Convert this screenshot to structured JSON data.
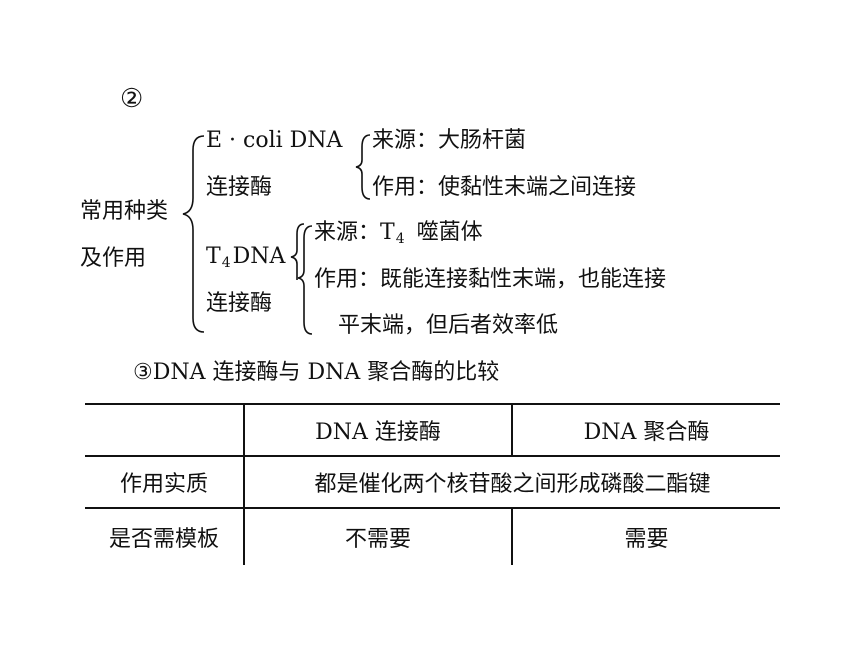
{
  "section2": {
    "marker": "②",
    "category_label_line1": "常用种类",
    "category_label_line2": "及作用",
    "ecoli": {
      "name_line1": "E · coli DNA",
      "name_line2": "连接酶",
      "source": "来源：大肠杆菌",
      "function": "作用：使黏性末端之间连接"
    },
    "t4": {
      "name_prefix": "T",
      "name_sub": "4",
      "name_suffix": "DNA",
      "name_line2": "连接酶",
      "source_prefix": "来源：T",
      "source_sub": "4",
      "source_suffix": "噬菌体",
      "function_line1": "作用：既能连接黏性末端，也能连接",
      "function_line2": "平末端，但后者效率低"
    }
  },
  "section3": {
    "heading": "③DNA 连接酶与 DNA 聚合酶的比较"
  },
  "table": {
    "header": [
      "",
      "DNA 连接酶",
      "DNA 聚合酶"
    ],
    "row1": {
      "label": "作用实质",
      "value": "都是催化两个核苷酸之间形成磷酸二酯键"
    },
    "row2": {
      "label": "是否需模板",
      "col1": "不需要",
      "col2": "需要"
    }
  }
}
